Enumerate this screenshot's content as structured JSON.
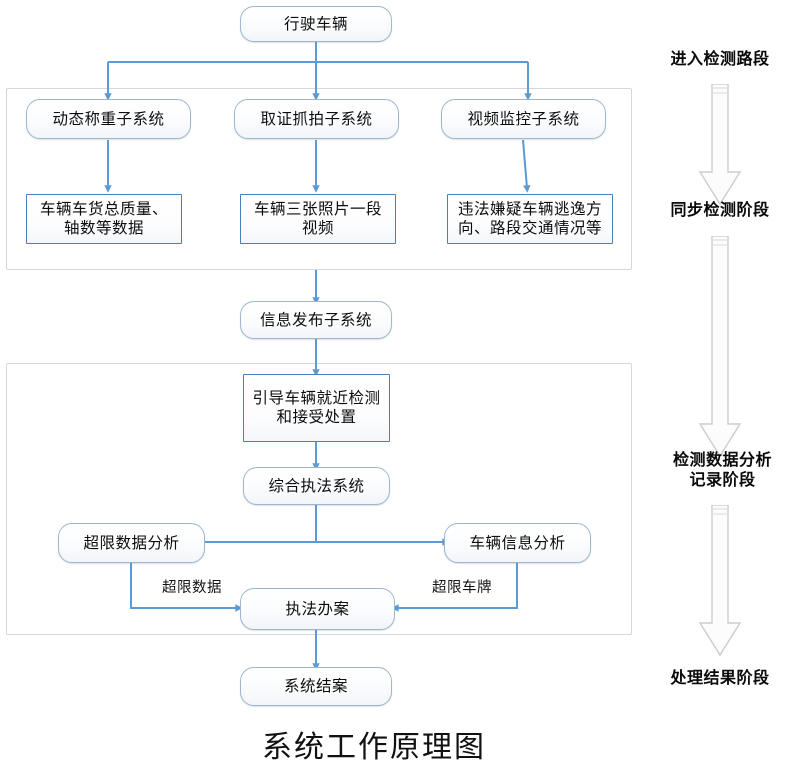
{
  "title": "系统工作原理图",
  "colors": {
    "wire": "#5b9bd5",
    "rect_border": "#4a7fbf",
    "round_border": "#9fb6cd",
    "group_border": "#d4d7dc",
    "big_arrow_fill": "#fdfdfd",
    "big_arrow_stroke": "#c9cdd3",
    "text": "#0d0d0d"
  },
  "nodes": {
    "source": {
      "label": "行驶车辆",
      "shape": "rounded"
    },
    "sub_wim": {
      "label": "动态称重子系统",
      "shape": "rounded"
    },
    "sub_capture": {
      "label": "取证抓拍子系统",
      "shape": "rounded"
    },
    "sub_video": {
      "label": "视频监控子系统",
      "shape": "rounded"
    },
    "data_wim": {
      "label": "车辆车货总质量、\n轴数等数据",
      "shape": "rect"
    },
    "data_capture": {
      "label": "车辆三张照片一段\n视频",
      "shape": "rect"
    },
    "data_video": {
      "label": "违法嫌疑车辆逃逸方\n向、路段交通情况等",
      "shape": "rect"
    },
    "publish": {
      "label": "信息发布子系统",
      "shape": "rounded"
    },
    "guide": {
      "label": "引导车辆就近检测\n和接受处置",
      "shape": "rect"
    },
    "enforce_sys": {
      "label": "综合执法系统",
      "shape": "rounded"
    },
    "overload_analysis": {
      "label": "超限数据分析",
      "shape": "rounded"
    },
    "vehicle_info_analysis": {
      "label": "车辆信息分析",
      "shape": "rounded"
    },
    "case_handling": {
      "label": "执法办案",
      "shape": "rounded"
    },
    "case_closed": {
      "label": "系统结案",
      "shape": "rounded"
    }
  },
  "edge_labels": {
    "overload_data": "超限数据",
    "overload_plate": "超限车牌"
  },
  "stages": [
    {
      "key": "stage_enter",
      "label": "进入检测路段"
    },
    {
      "key": "stage_sync",
      "label": "同步检测阶段"
    },
    {
      "key": "stage_analysis",
      "label": "检测数据分析\n记录阶段"
    },
    {
      "key": "stage_result",
      "label": "处理结果阶段"
    }
  ],
  "groups": [
    {
      "key": "group_detection",
      "name": "detection-subsystems-group"
    },
    {
      "key": "group_enforcement",
      "name": "enforcement-group"
    }
  ]
}
